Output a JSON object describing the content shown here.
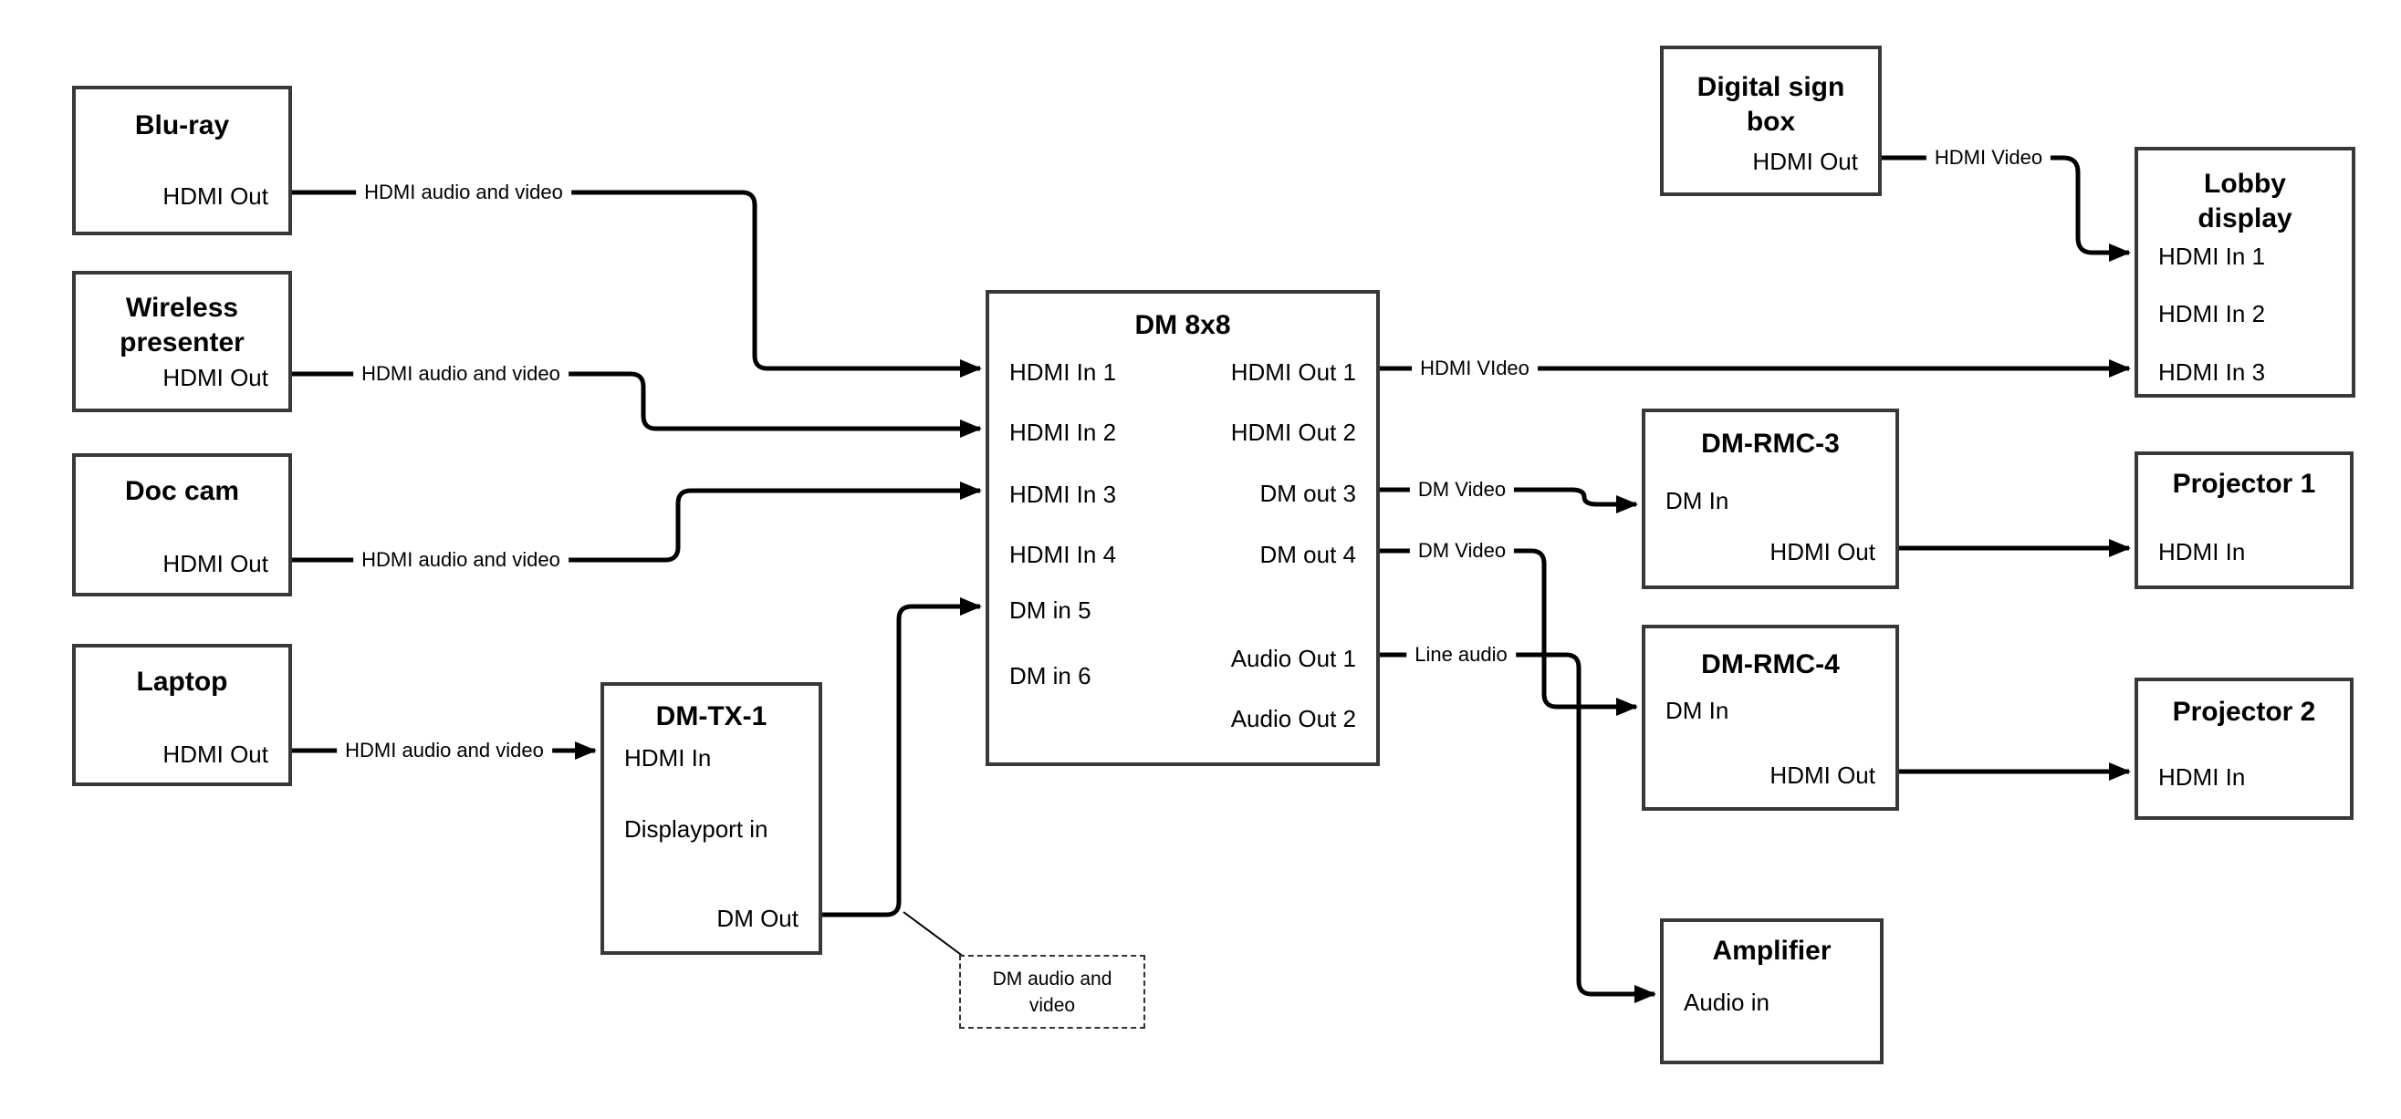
{
  "nodes": {
    "bluray": {
      "title": "Blu-ray",
      "ports": {
        "out": "HDMI Out"
      }
    },
    "wireless": {
      "title": "Wireless\npresenter",
      "ports": {
        "out": "HDMI Out"
      }
    },
    "doccam": {
      "title": "Doc cam",
      "ports": {
        "out": "HDMI Out"
      }
    },
    "laptop": {
      "title": "Laptop",
      "ports": {
        "out": "HDMI Out"
      }
    },
    "dmtx1": {
      "title": "DM-TX-1",
      "ports": {
        "hdmi_in": "HDMI In",
        "dp_in": "Displayport in",
        "dm_out": "DM Out"
      }
    },
    "dm8x8": {
      "title": "DM 8x8",
      "ports": {
        "in1": "HDMI In 1",
        "in2": "HDMI In 2",
        "in3": "HDMI In 3",
        "in4": "HDMI In 4",
        "in5": "DM in 5",
        "in6": "DM in 6",
        "out1": "HDMI Out 1",
        "out2": "HDMI Out 2",
        "out3": "DM out 3",
        "out4": "DM out 4",
        "aout1": "Audio Out 1",
        "aout2": "Audio Out 2"
      }
    },
    "signbox": {
      "title": "Digital sign\nbox",
      "ports": {
        "out": "HDMI Out"
      }
    },
    "lobby": {
      "title": "Lobby\ndisplay",
      "ports": {
        "in1": "HDMI In 1",
        "in2": "HDMI In 2",
        "in3": "HDMI In 3"
      }
    },
    "dmrmc3": {
      "title": "DM-RMC-3",
      "ports": {
        "dm_in": "DM In",
        "hdmi_out": "HDMI Out"
      }
    },
    "proj1": {
      "title": "Projector 1",
      "ports": {
        "in": "HDMI In"
      }
    },
    "dmrmc4": {
      "title": "DM-RMC-4",
      "ports": {
        "dm_in": "DM In",
        "hdmi_out": "HDMI Out"
      }
    },
    "proj2": {
      "title": "Projector 2",
      "ports": {
        "in": "HDMI In"
      }
    },
    "amp": {
      "title": "Amplifier",
      "ports": {
        "in": "Audio in"
      }
    }
  },
  "wire_labels": {
    "bluray": "HDMI audio and video",
    "wireless": "HDMI audio and video",
    "doccam": "HDMI audio and video",
    "laptop": "HDMI audio and video",
    "hdmi_out1": "HDMI VIdeo",
    "dm_out3": "DM Video",
    "dm_out4": "DM Video",
    "audio_out1": "Line audio",
    "signbox": "HDMI Video"
  },
  "callout": {
    "text": "DM audio and\nvideo"
  },
  "colors": {
    "wire": "#000000",
    "border": "#383838",
    "text": "#000000",
    "bg": "#ffffff",
    "callout": "#333333"
  }
}
